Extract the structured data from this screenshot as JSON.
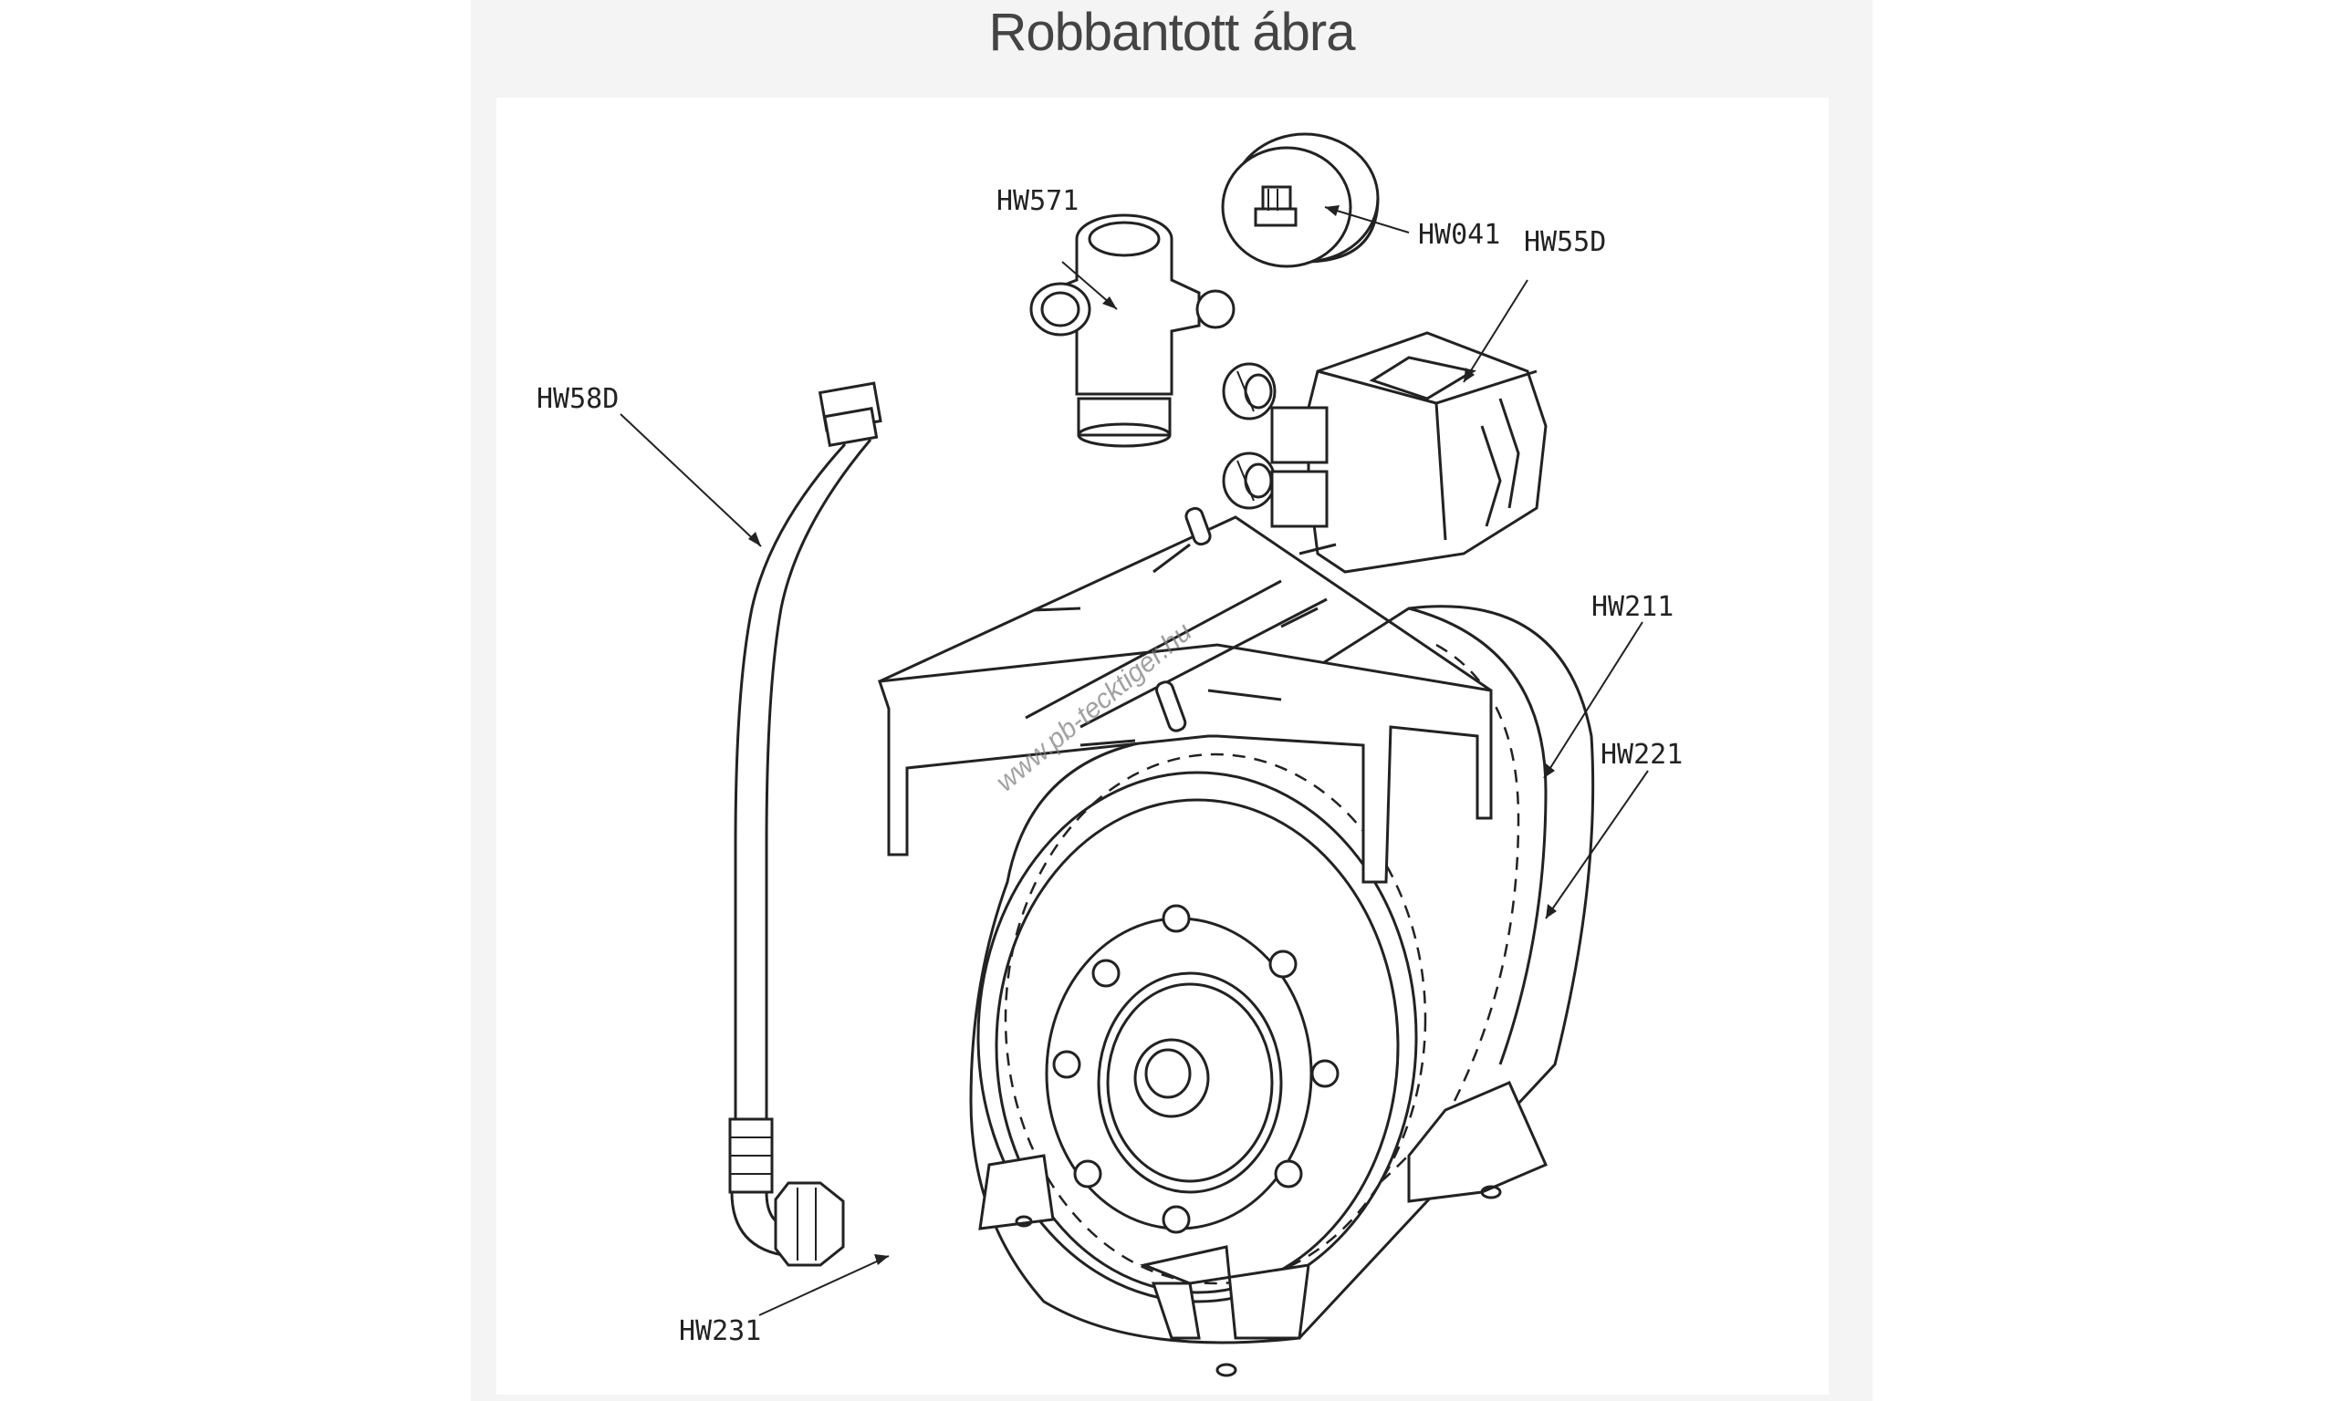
{
  "title": "Robbantott ábra",
  "watermark": "www.pb-tecktiger.hu",
  "callouts": {
    "hw571": "HW571",
    "hw041": "HW041",
    "hw55d": "HW55D",
    "hw58d": "HW58D",
    "hw211": "HW211",
    "hw221": "HW221",
    "hw231": "HW231"
  }
}
